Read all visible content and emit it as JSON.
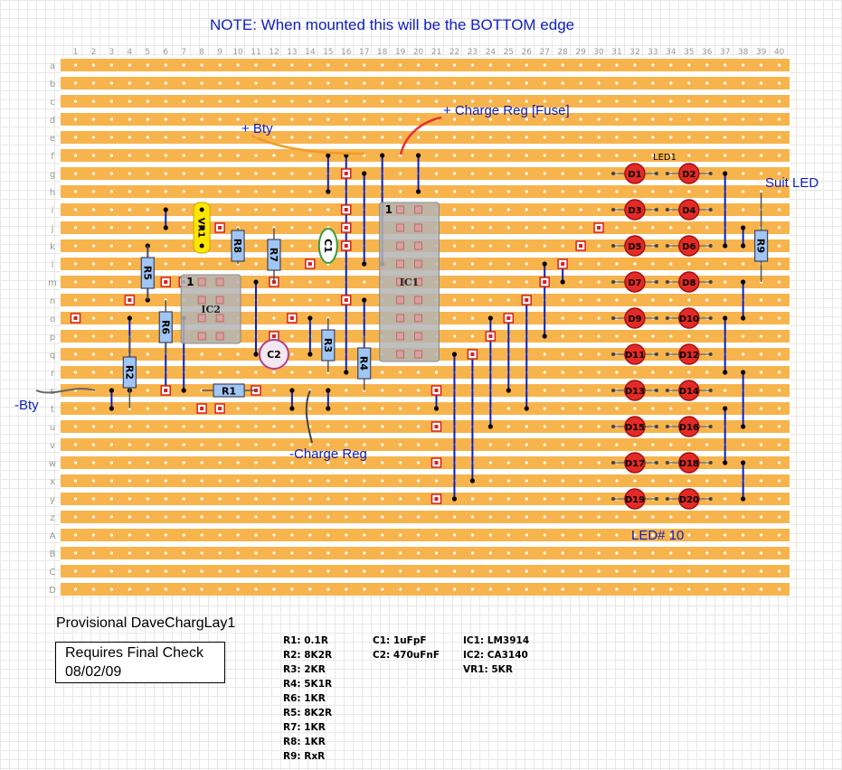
{
  "header_note": "NOTE: When mounted this will be the BOTTOM edge",
  "columns": [
    "1",
    "2",
    "3",
    "4",
    "5",
    "6",
    "7",
    "8",
    "9",
    "10",
    "11",
    "12",
    "13",
    "14",
    "15",
    "16",
    "17",
    "18",
    "19",
    "20",
    "21",
    "22",
    "23",
    "24",
    "25",
    "26",
    "27",
    "28",
    "29",
    "30",
    "31",
    "32",
    "33",
    "34",
    "35",
    "36",
    "37",
    "38",
    "39",
    "40"
  ],
  "rows": [
    "a",
    "b",
    "c",
    "d",
    "e",
    "f",
    "g",
    "h",
    "i",
    "j",
    "k",
    "l",
    "m",
    "n",
    "o",
    "p",
    "q",
    "r",
    "s",
    "t",
    "u",
    "v",
    "w",
    "x",
    "y",
    "z",
    "A",
    "B",
    "C",
    "D"
  ],
  "colors": {
    "strip": "#f7b44c",
    "track_dot": "#ffffff",
    "wire": "#0d1fbf",
    "pad": "#d42020",
    "led": "#e42a26",
    "ic_body": "#b4b4b4",
    "resistor": "#9fc6f5",
    "label_blue": "#1020c0"
  },
  "labels": {
    "bty_plus": "+ Bty",
    "charge_reg_plus": "+ Charge Reg [Fuse]",
    "bty_minus": "-Bty",
    "charge_reg_minus": "-Charge Reg",
    "suit_led": "Suit LED",
    "led_count": "LED# 10",
    "led_group": "LED1"
  },
  "components": {
    "ics": [
      "IC1",
      "IC2"
    ],
    "ic_pin1": "1",
    "resistors": [
      "R1",
      "R2",
      "R3",
      "R4",
      "R5",
      "R6",
      "R7",
      "R8",
      "R9"
    ],
    "caps": [
      "C1",
      "C2"
    ],
    "pot": "VR1",
    "leds_left": [
      "D1",
      "D3",
      "D5",
      "D7",
      "D9",
      "D11",
      "D13",
      "D15",
      "D17",
      "D19"
    ],
    "leds_right": [
      "D2",
      "D4",
      "D6",
      "D8",
      "D10",
      "D12",
      "D14",
      "D16",
      "D18",
      "D20"
    ]
  },
  "provisional": "Provisional  DaveChargLay1",
  "check_box": {
    "line1": "Requires Final Check",
    "line2": "08/02/09"
  },
  "parts_list": {
    "col1": [
      "R1: 0.1R",
      "R2: 8K2R",
      "R3: 2KR",
      "R4: 5K1R",
      "R6: 1KR",
      "R5: 8K2R",
      "R7: 1KR",
      "R8: 1KR",
      "R9: RxR"
    ],
    "col2": [
      "C1: 1uFpF",
      "C2: 470uFnF"
    ],
    "col3": [
      "IC1: LM3914",
      "IC2: CA3140",
      "VR1: 5KR"
    ]
  }
}
